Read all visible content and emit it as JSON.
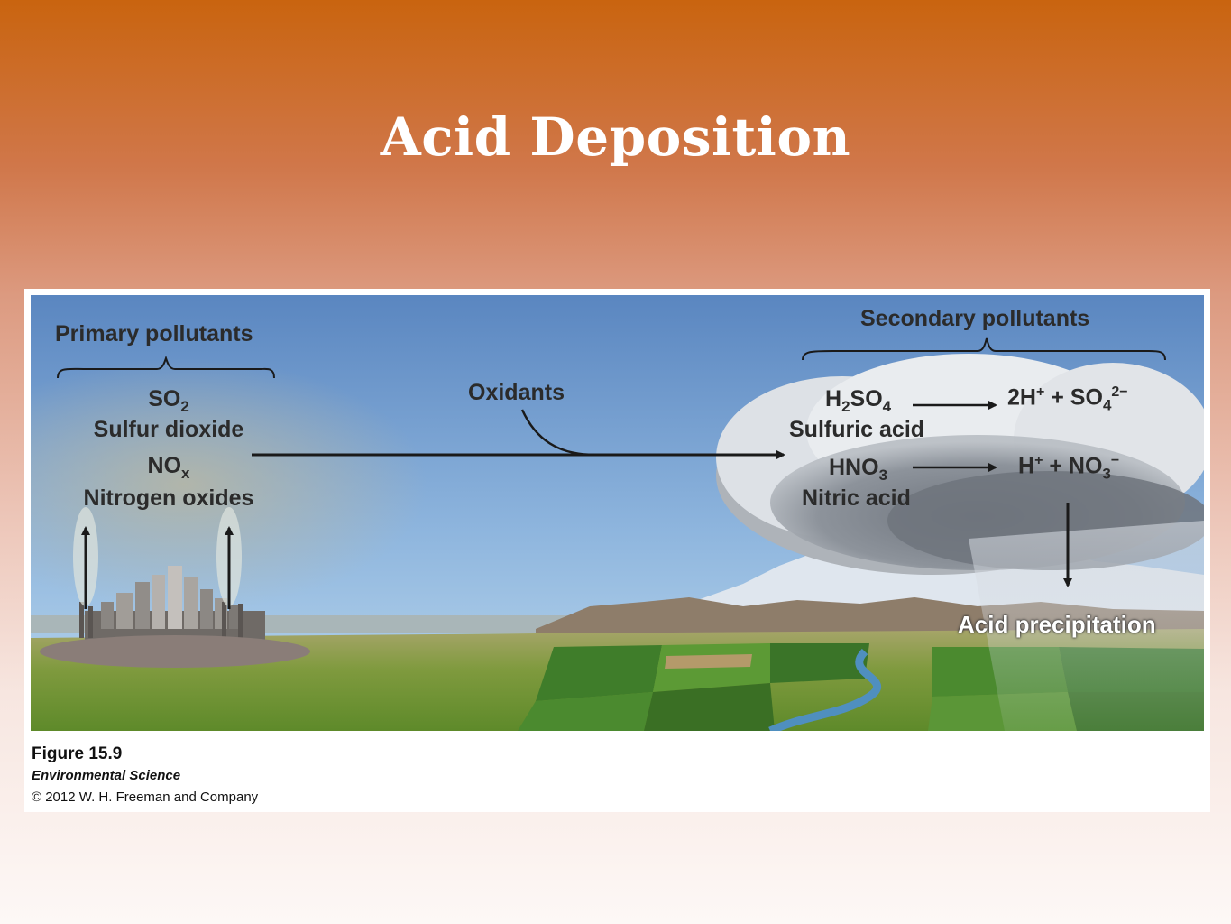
{
  "slide": {
    "title": "Acid Deposition"
  },
  "diagram": {
    "primary_heading": "Primary pollutants",
    "primary": {
      "so2_formula_base": "SO",
      "so2_formula_sub": "2",
      "so2_name": "Sulfur dioxide",
      "nox_formula_base": "NO",
      "nox_formula_sub": "x",
      "nox_name": "Nitrogen oxides"
    },
    "oxidants_label": "Oxidants",
    "secondary_heading": "Secondary pollutants",
    "secondary": {
      "h2so4_formula": [
        "H",
        "2",
        "SO",
        "4"
      ],
      "h2so4_name": "Sulfuric acid",
      "hno3_formula": [
        "HNO",
        "3"
      ],
      "hno3_name": "Nitric acid",
      "sulfate_products": [
        "2H",
        "+",
        "+ SO",
        "4",
        "2−"
      ],
      "nitrate_products": [
        "H",
        "+",
        "+ NO",
        "3",
        "−"
      ]
    },
    "acid_precipitation_label": "Acid precipitation"
  },
  "caption": {
    "figure": "Figure 15.9",
    "book": "Environmental Science",
    "copyright": "© 2012 W. H. Freeman and Company"
  },
  "colors": {
    "title_text": "#ffffff",
    "label_text": "#2b2b2b",
    "sky_top": "#5a86c0",
    "sky_bottom": "#aed0ea",
    "field_green": "#4f8a2e",
    "arrow": "#1a1a1a"
  }
}
